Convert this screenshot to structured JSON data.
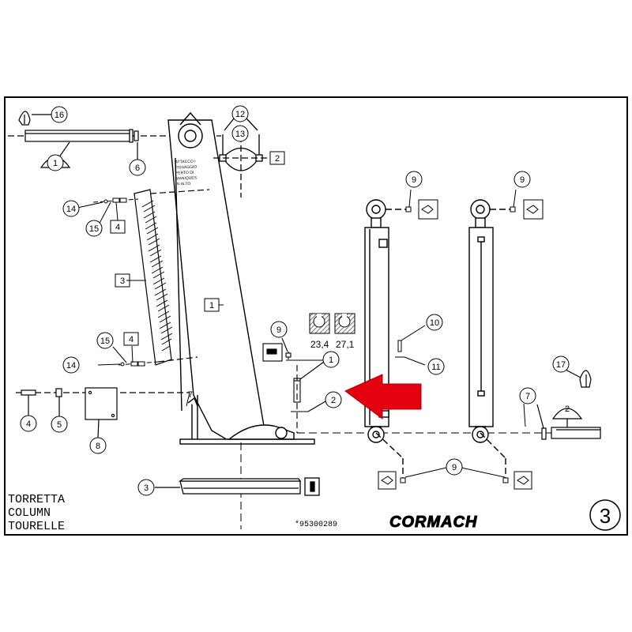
{
  "sheet": {
    "title_lines": [
      "TORRETTA",
      "COLUMN",
      "TOURELLE"
    ],
    "code": "*95300289",
    "brand": "CORMACH",
    "page_number": "3",
    "column_engraving": [
      "ATTACCO I",
      "FISSAGGIO",
      "FERTO DI",
      "MANIQUES",
      "IN ALTO"
    ]
  },
  "wrench_sizes": [
    "23,4",
    "27,1"
  ],
  "callouts": {
    "c16": "16",
    "c1_top": "1",
    "c6": "6",
    "c12": "12",
    "c13": "13",
    "c2_clamp": "2",
    "c14_top": "14",
    "c15_top": "15",
    "c4_top": "4",
    "c3_plate": "3",
    "c1_column": "1",
    "c15_bot": "15",
    "c4_bot": "4",
    "c14_bot": "14",
    "c4_left": "4",
    "c5": "5",
    "c8": "8",
    "c3_base": "3",
    "c9_left": "9",
    "c1_mid": "1",
    "c2_mid": "2",
    "c9_cyl1": "9",
    "c9_cyl2": "9",
    "c10": "10",
    "c11": "11",
    "c17": "17",
    "c7_right": "7",
    "c2_right": "2",
    "c9_bottom": "9",
    "c7_left": "7"
  },
  "colors": {
    "ink": "#000000",
    "arrow": "#e3000f",
    "hatch": "#555555"
  }
}
